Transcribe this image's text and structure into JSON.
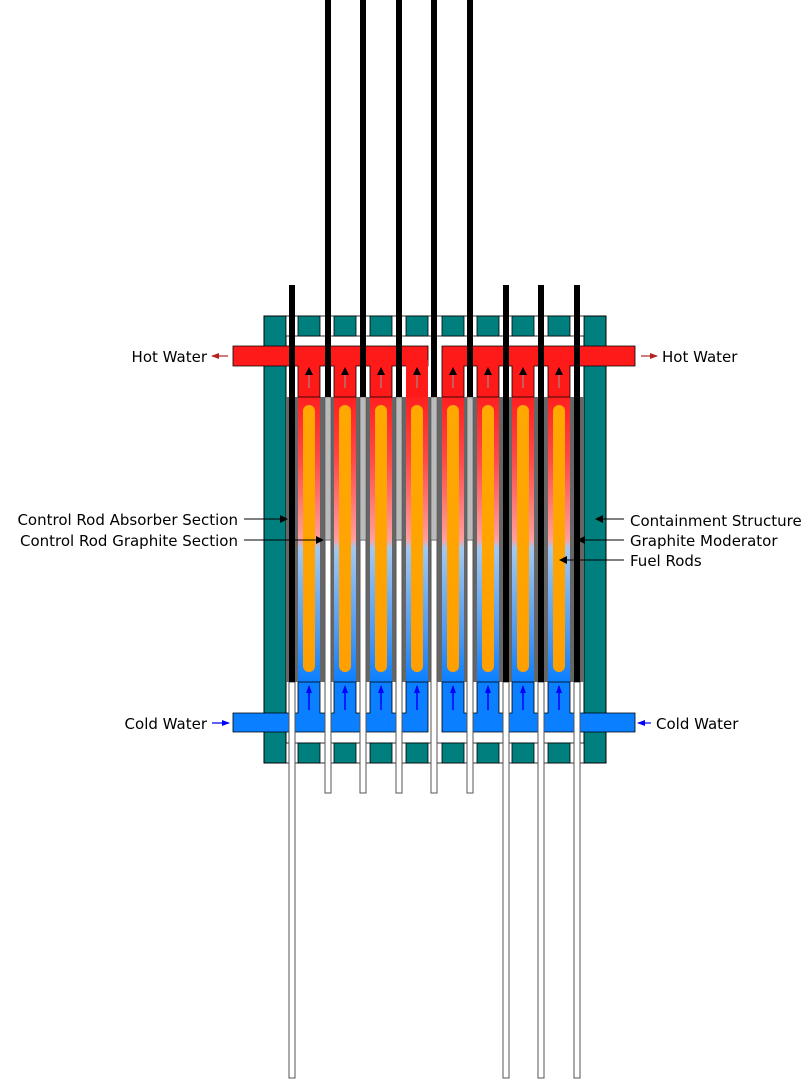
{
  "labels": {
    "hot_left": "Hot Water",
    "hot_right": "Hot Water",
    "cold_left": "Cold Water",
    "cold_right": "Cold Water",
    "absorber": "Control Rod Absorber Section",
    "graphite_section": "Control Rod Graphite Section",
    "containment": "Containment Structure",
    "moderator": "Graphite Moderator",
    "fuel_rods": "Fuel Rods"
  },
  "colors": {
    "containment": "#007f7f",
    "hot_water": "#ff1a1a",
    "cold_water": "#0a7fff",
    "moderator": "#666666",
    "fuel_rod": "#ffa500",
    "absorber_rod": "#000000",
    "hot_arrow": "#b22222",
    "cold_arrow": "#0000ff"
  }
}
